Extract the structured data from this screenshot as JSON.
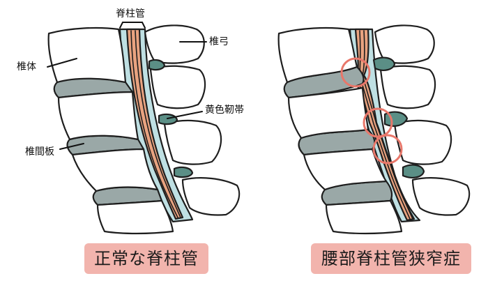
{
  "labels": {
    "spinal_canal": "脊柱管",
    "vertebral_arch": "椎弓",
    "vertebral_body": "椎体",
    "ligamentum_flavum": "黄色靭帯",
    "intervertebral_disc": "椎間板"
  },
  "captions": {
    "normal": "正常な脊柱管",
    "stenosis": "腰部脊柱管狭窄症"
  },
  "colors": {
    "bone_fill": "#ffffff",
    "outline": "#1e1e1e",
    "disc": "#9aa8a7",
    "ligament": "#5b8f86",
    "canal": "#bfe0e3",
    "nerve": "#e9a380",
    "highlight_circle": "#e8776a",
    "caption_bg": "#f2b4ad"
  }
}
